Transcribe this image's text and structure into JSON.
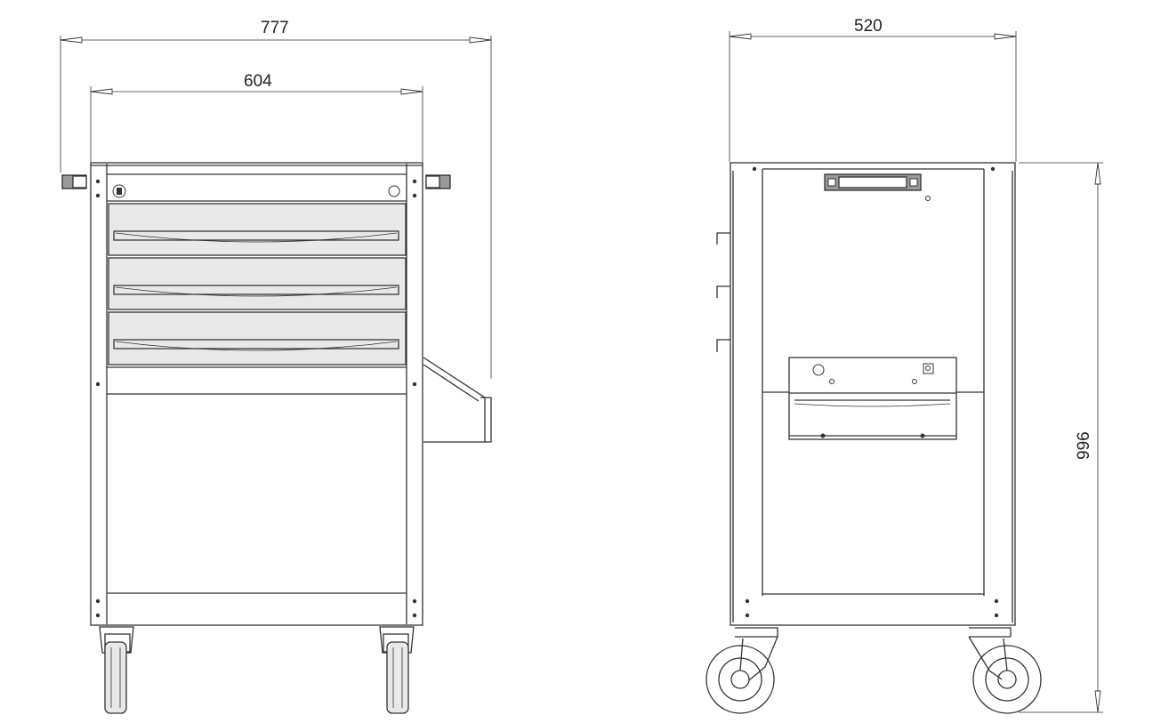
{
  "dimensions": {
    "front_overall_width": "777",
    "front_body_width": "604",
    "side_depth": "520",
    "overall_height": "996"
  }
}
